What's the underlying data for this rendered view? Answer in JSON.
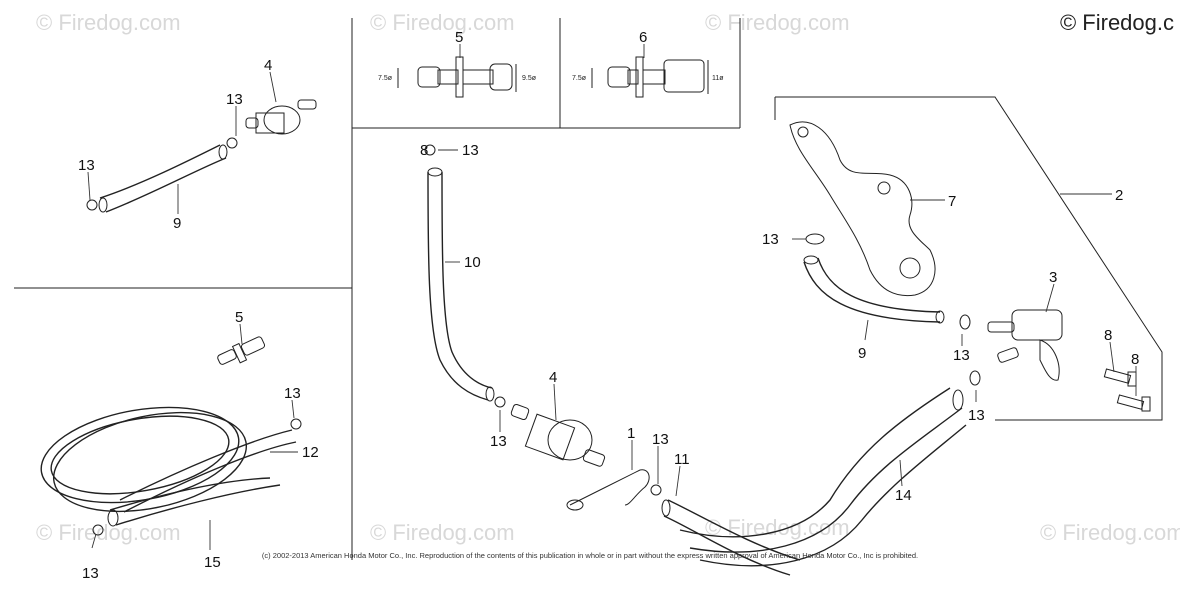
{
  "watermarks": [
    "© Firedog.com",
    "© Firedog.com",
    "© Firedog.com",
    "© Firedog.com",
    "© Firedog.com",
    "© Firedog.com",
    "© Firedog.com"
  ],
  "brand": "© Firedog.c",
  "copyright": "(c) 2002-2013 American Honda Motor Co., Inc. Reproduction of the contents of this publication in whole or in part without the express written approval of American Honda Motor Co., Inc is prohibited.",
  "callouts": {
    "c1": "1",
    "c2": "2",
    "c3": "3",
    "c4a": "4",
    "c4b": "4",
    "c5a": "5",
    "c5b": "5",
    "c6": "6",
    "c7": "7",
    "c8a": "8",
    "c8b": "8",
    "c8c": "8",
    "c9a": "9",
    "c9b": "9",
    "c10": "10",
    "c11": "11",
    "c12": "12",
    "c13a": "13",
    "c13b": "13",
    "c13c": "13",
    "c13d": "13",
    "c13e": "13",
    "c13f": "13",
    "c13g": "13",
    "c13h": "13",
    "c13i": "13",
    "c13j": "13",
    "c13k": "13",
    "c14": "14",
    "c15": "15"
  },
  "dimensions": {
    "d5_left": "7.5ø",
    "d5_right": "9.5ø",
    "d6_left": "7.5ø",
    "d6_right": "11ø"
  },
  "colors": {
    "line": "#222222",
    "watermark": "#d8d8d8",
    "background": "#ffffff"
  }
}
